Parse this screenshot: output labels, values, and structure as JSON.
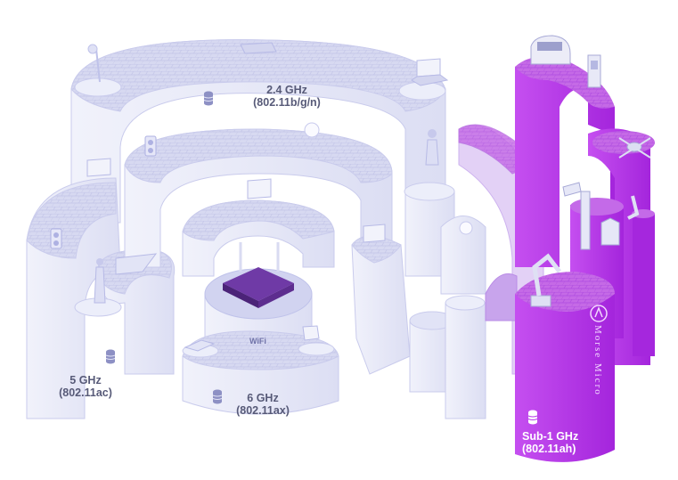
{
  "bands": [
    {
      "id": "band-2-4ghz",
      "line1": "2.4 GHz",
      "line2": "(802.11b/g/n)"
    },
    {
      "id": "band-5ghz",
      "line1": "5 GHz",
      "line2": "(802.11ac)"
    },
    {
      "id": "band-6ghz",
      "line1": "6 GHz",
      "line2": "(802.11ax)"
    },
    {
      "id": "band-sub1ghz",
      "line1": "Sub-1 GHz",
      "line2": "(802.11ah)"
    }
  ],
  "wifi_badge": "WiFi",
  "brand": "Morse Micro",
  "colors": {
    "light_top": "#d9dbf2",
    "light_side": "#e9eaf8",
    "light_pattern": "#c5c7ea",
    "purple_top": "#c15ce6",
    "purple_side": "#b637ea",
    "purple_dark": "#9a22d0",
    "router": "#5a2a8a"
  },
  "icons": [
    "lamp-icon",
    "laptop-icon",
    "speaker-icon",
    "bulb-icon",
    "person-icon",
    "monitor-icon",
    "tablet-icon",
    "router-icon",
    "car-icon",
    "charger-icon",
    "drone-icon",
    "robot-arm-icon",
    "camera-icon",
    "lantern-icon",
    "storage-drum-icon"
  ]
}
